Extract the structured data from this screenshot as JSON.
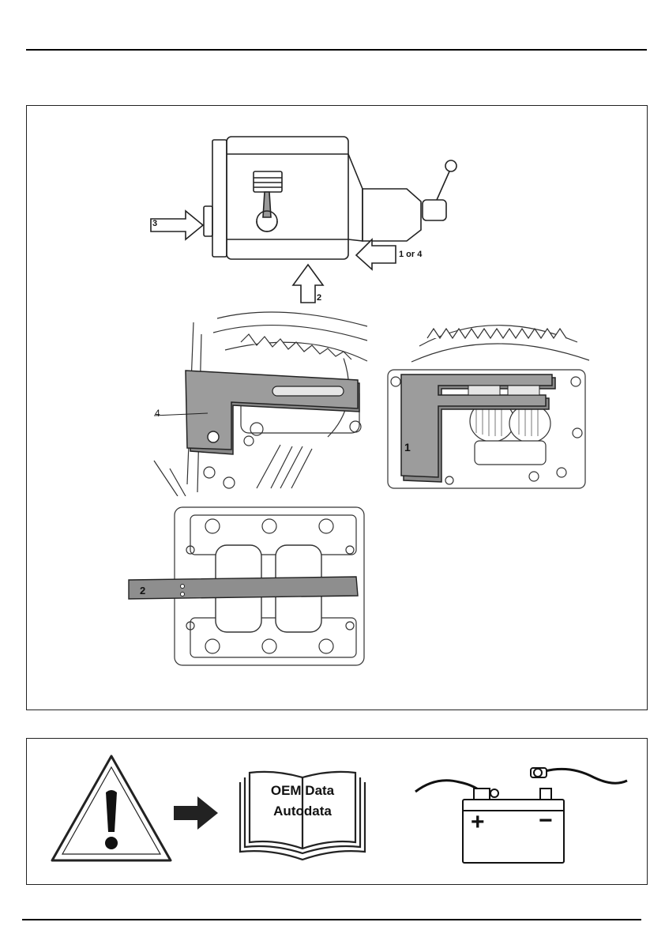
{
  "diagram": {
    "arrow_labels": {
      "a3": "3",
      "a14": "1 or 4",
      "a2": "2"
    }
  },
  "photos": {
    "tool4": {
      "label": "4"
    },
    "tool1": {
      "label": "1"
    },
    "tool2": {
      "label": "2"
    }
  },
  "warning": {
    "book_line1": "OEM Data",
    "book_line2": "Autodata",
    "battery_plus": "+",
    "battery_minus": "−",
    "icons": [
      "warning-triangle-icon",
      "arrow-right-icon",
      "manual-book-icon",
      "battery-icon"
    ]
  }
}
